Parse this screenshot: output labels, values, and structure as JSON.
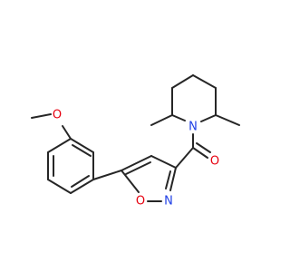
{
  "molecule": {
    "atoms": {
      "methoxy_o": {
        "label": "O",
        "color": "#e6000f"
      },
      "isoxazole_o": {
        "label": "O",
        "color": "#e6000f"
      },
      "isoxazole_n": {
        "label": "N",
        "color": "#1f3fe6"
      },
      "carbonyl_o": {
        "label": "O",
        "color": "#e6000f"
      },
      "piperidine_n": {
        "label": "N",
        "color": "#1f3fe6"
      }
    },
    "bond_color": "#262626",
    "background": "#ffffff"
  }
}
